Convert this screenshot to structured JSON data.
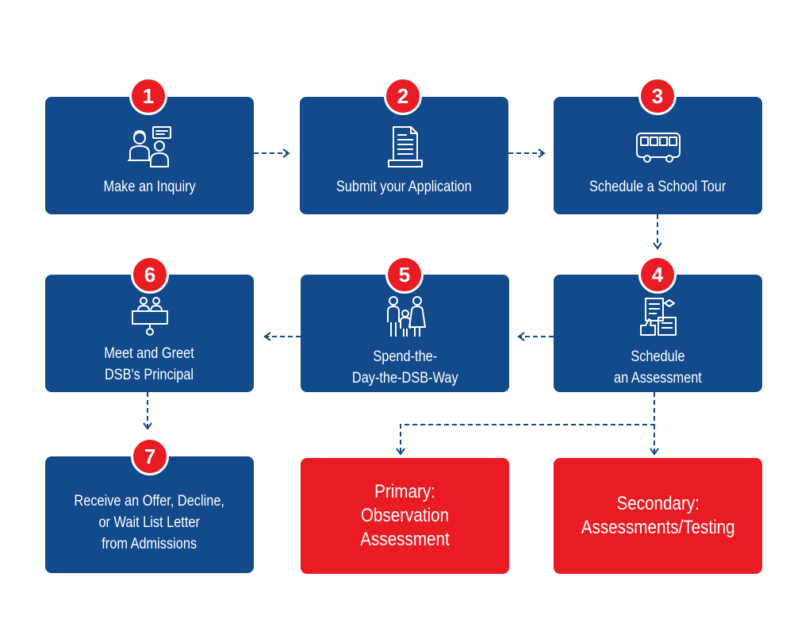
{
  "steps": [
    {
      "number": "1",
      "label": "Make an Inquiry",
      "icon": "inquiry-icon"
    },
    {
      "number": "2",
      "label": "Submit your Application",
      "icon": "application-document-icon"
    },
    {
      "number": "3",
      "label": "Schedule a School Tour",
      "icon": "bus-icon"
    },
    {
      "number": "4",
      "label": "Schedule\nan Assessment",
      "icon": "assessment-icon"
    },
    {
      "number": "5",
      "label": "Spend-the-\nDay-the-DSB-Way",
      "icon": "family-icon"
    },
    {
      "number": "6",
      "label": "Meet and Greet\nDSB's Principal",
      "icon": "meeting-table-icon"
    },
    {
      "number": "7",
      "label": "Receive an Offer, Decline,\nor Wait List Letter\nfrom Admissions"
    }
  ],
  "outcomes": [
    {
      "label": "Primary:\nObservation Assessment"
    },
    {
      "label": "Secondary:\nAssessments/Testing"
    }
  ],
  "colors": {
    "blue": "#134a8c",
    "red": "#e91c24",
    "connector": "#134a8c"
  }
}
